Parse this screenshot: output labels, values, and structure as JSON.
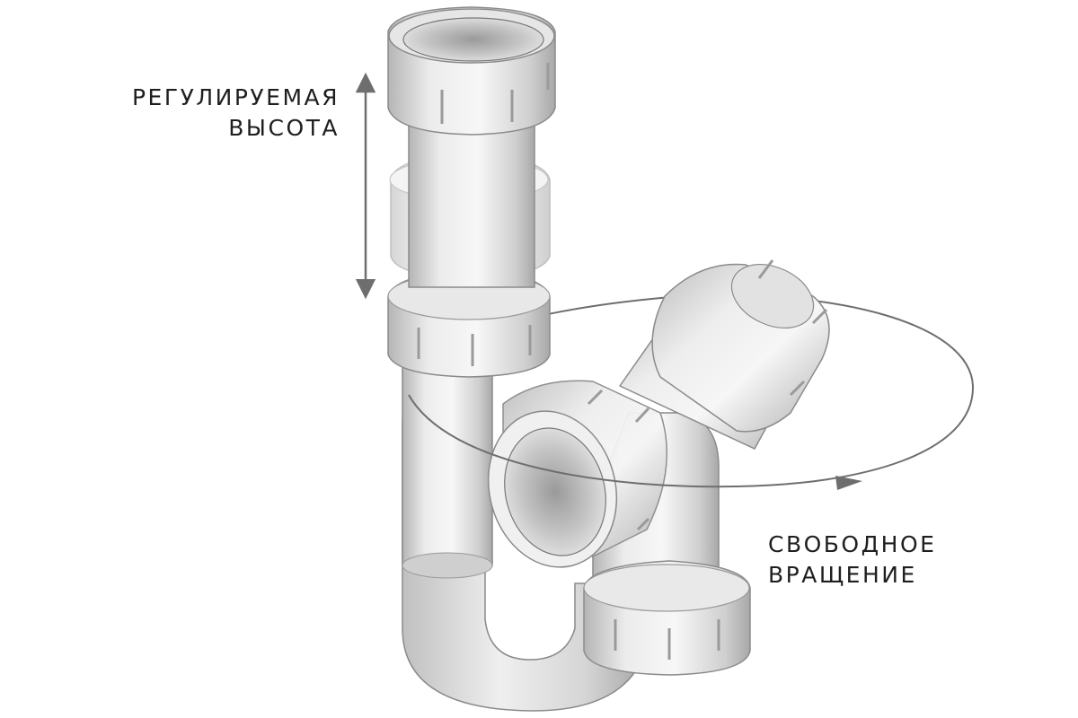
{
  "labels": {
    "adjustable_height": {
      "line1": "РЕГУЛИРУЕМАЯ",
      "line2": "ВЫСОТА"
    },
    "free_rotation": {
      "line1": "СВОБОДНОЕ",
      "line2": "ВРАЩЕНИЕ"
    }
  },
  "colors": {
    "pipe_light": "#f2f2f2",
    "pipe_mid": "#d9d9d9",
    "pipe_shadow": "#a9a9a9",
    "outline": "#8a8a8a",
    "arrow": "#6e6e6e",
    "text": "#1f1f1f"
  },
  "icons": {
    "height_arrow": "double-vertical-arrow-icon",
    "rotation_arrow": "elliptical-rotation-arrow-icon"
  }
}
